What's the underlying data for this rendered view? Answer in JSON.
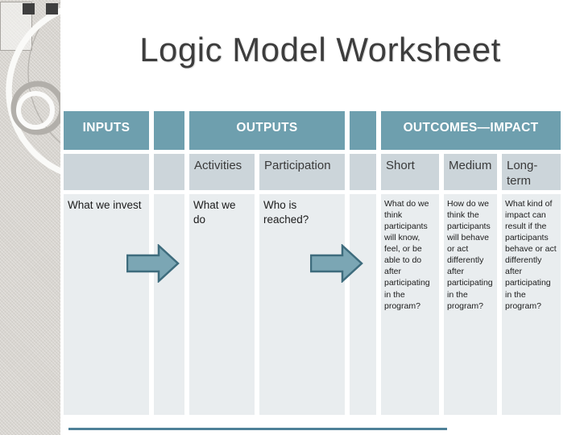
{
  "slide": {
    "title": "Logic Model Worksheet"
  },
  "table": {
    "header_row": {
      "inputs": "INPUTS",
      "outputs": "OUTPUTS",
      "outcomes": "OUTCOMES—IMPACT"
    },
    "subheader_row": {
      "activities": "Activities",
      "participation": "Participation",
      "short": "Short",
      "medium": "Medium",
      "long_term": "Long-term"
    },
    "body_row": {
      "inputs": "What we invest",
      "activities": "What we do",
      "participation": "Who is reached?",
      "short": "What do we think participants will know, feel, or be able to do after participating in the program?",
      "medium": "How do we think the participants will behave or act differently after participating in the program?",
      "long_term": "What kind of impact can result if the participants behave or act differently after participating in the program?"
    }
  },
  "icons": {
    "arrow_inputs_to_outputs": "right-block-arrow",
    "arrow_outputs_to_outcomes": "right-block-arrow"
  },
  "colors": {
    "header_teal": "#6e9fae",
    "subheader_bg": "#ccd5da",
    "body_cell_bg": "#e9edef",
    "arrow_fill": "#7ba6b4",
    "arrow_stroke": "#3e6c7d",
    "accent_line": "#4e8198",
    "title_text": "#3d3d3d",
    "header_text": "#ffffff"
  }
}
